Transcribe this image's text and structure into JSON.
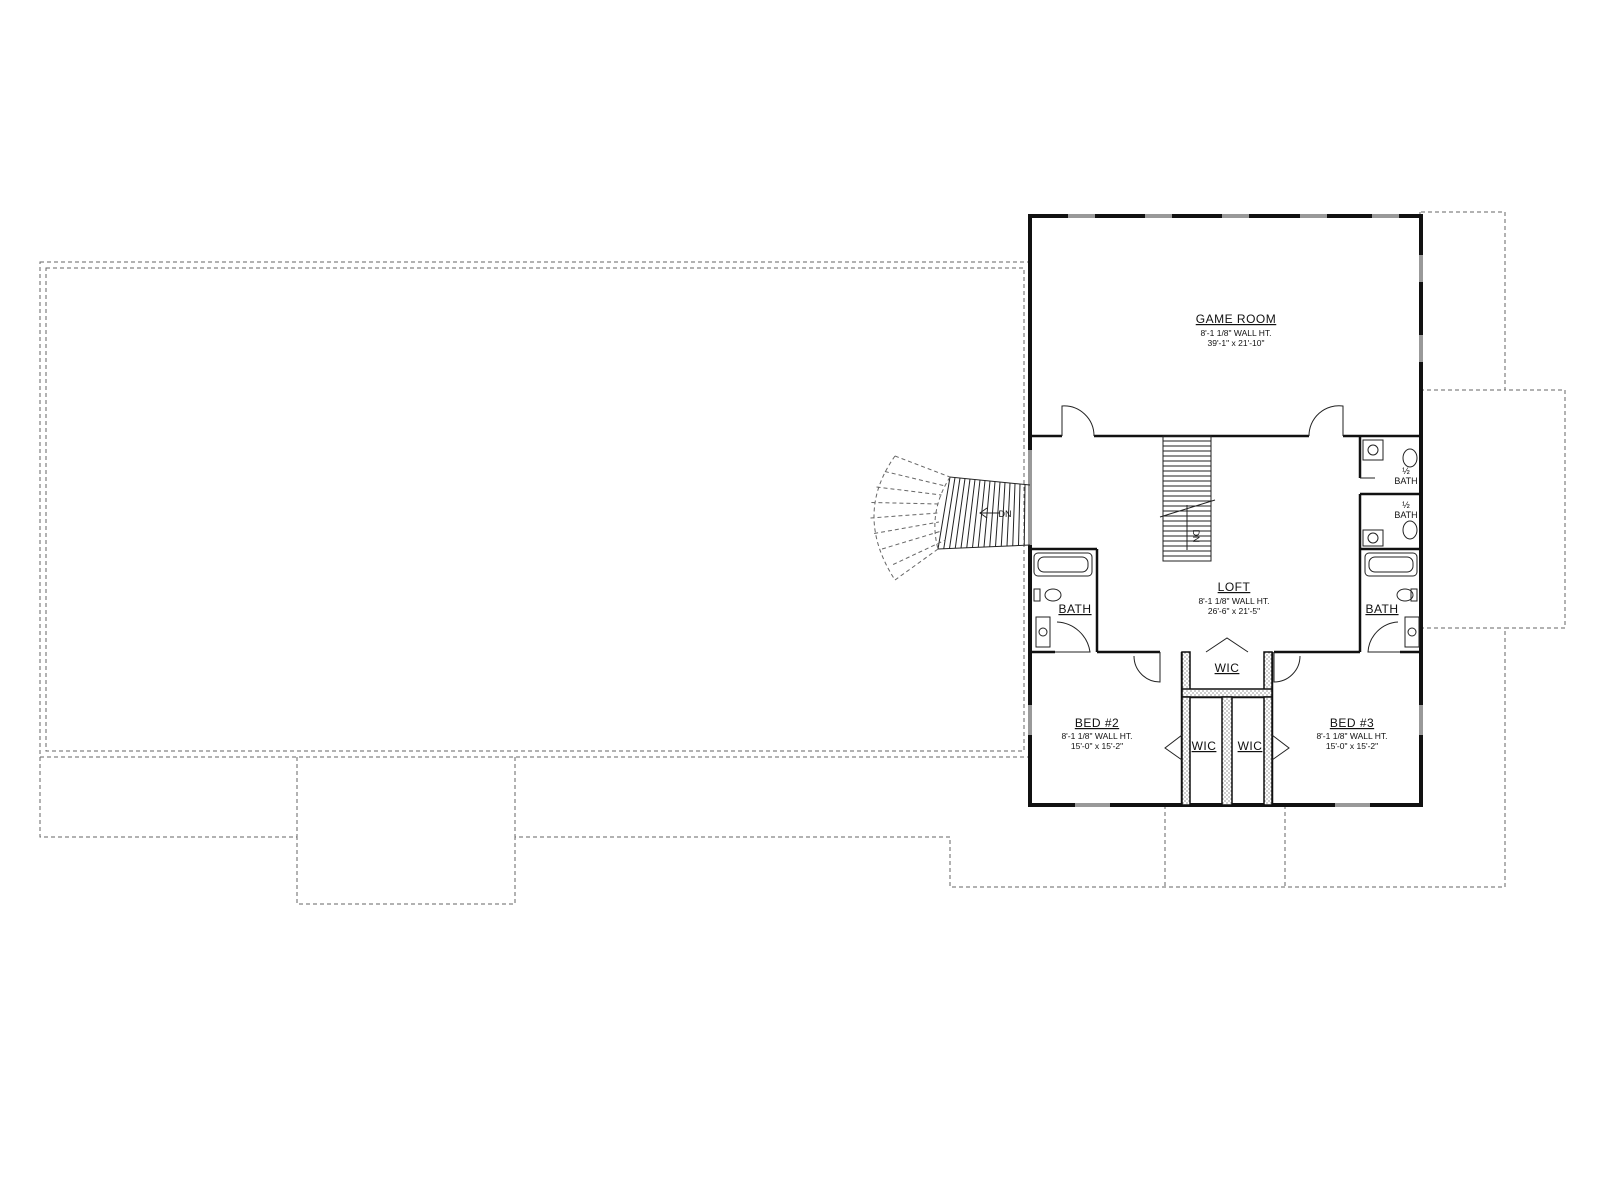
{
  "rooms": {
    "game_room": {
      "name": "GAME ROOM",
      "wall_ht": "8'-1 1/8\" WALL HT.",
      "size": "39'-1\" x 21'-10\""
    },
    "loft": {
      "name": "LOFT",
      "wall_ht": "8'-1 1/8\" WALL HT.",
      "size": "26'-6\" x 21'-5\""
    },
    "bed2": {
      "name": "BED #2",
      "wall_ht": "8'-1 1/8\" WALL HT.",
      "size": "15'-0\" x 15'-2\""
    },
    "bed3": {
      "name": "BED #3",
      "wall_ht": "8'-1 1/8\" WALL HT.",
      "size": "15'-0\" x 15'-2\""
    },
    "bath_left": {
      "name": "BATH"
    },
    "bath_right": {
      "name": "BATH"
    },
    "half_bath_1": {
      "frac": "½",
      "name": "BATH"
    },
    "half_bath_2": {
      "frac": "½",
      "name": "BATH"
    },
    "wic_center": {
      "name": "WIC"
    },
    "wic_left": {
      "name": "WIC"
    },
    "wic_right": {
      "name": "WIC"
    }
  },
  "stairs": {
    "exterior_label": "DN",
    "interior_label": "DN"
  }
}
